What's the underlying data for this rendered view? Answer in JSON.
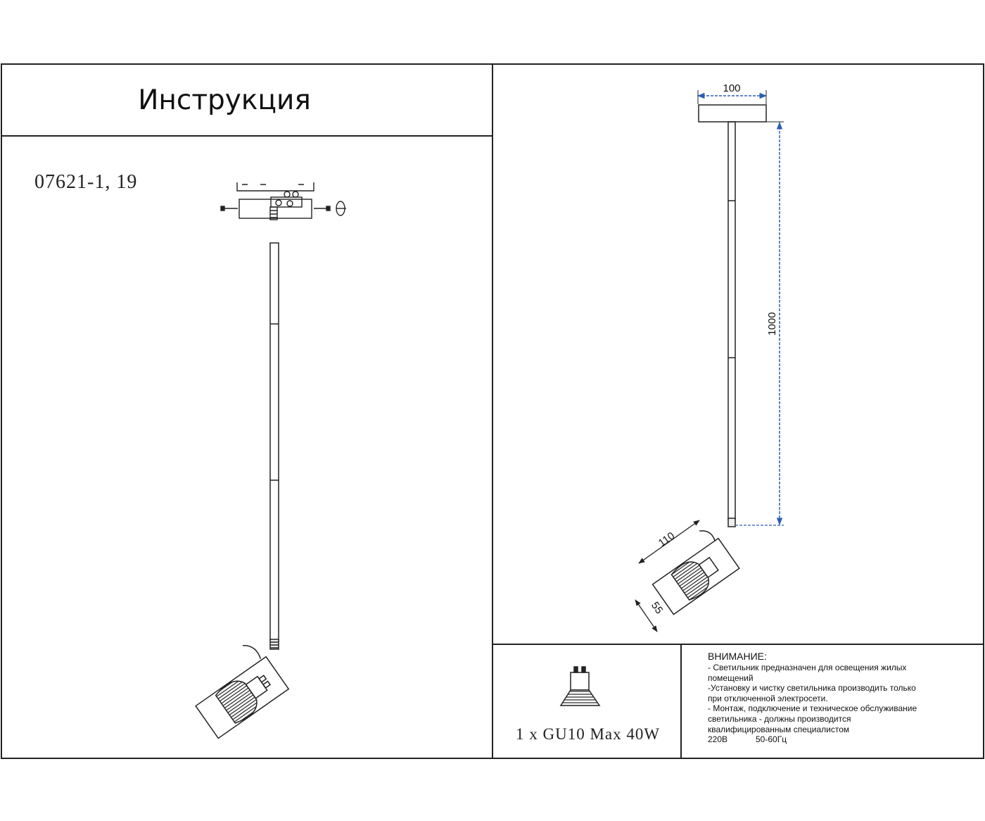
{
  "header": {
    "title": "Инструкция"
  },
  "model": {
    "code": "07621-1, 19"
  },
  "dimensions": {
    "canopy_width": "100",
    "rod_length": "1000",
    "shade_length": "110",
    "shade_diameter": "55"
  },
  "lamp": {
    "spec": "1 x GU10 Max 40W"
  },
  "warning": {
    "title": "ВНИМАНИЕ:",
    "lines": [
      "- Светильник предназначен для освещения жилых",
      "помещений",
      "-Установку и чистку светильника производить только",
      "при отключенной электросети.",
      "- Монтаж, подключение и техническое обслуживание",
      "светильника - должны производится",
      "квалифицированным специалистом"
    ],
    "voltage": "220В",
    "frequency": "50-60Гц"
  },
  "colors": {
    "line": "#222222",
    "dimension": "#2a5fb5"
  }
}
